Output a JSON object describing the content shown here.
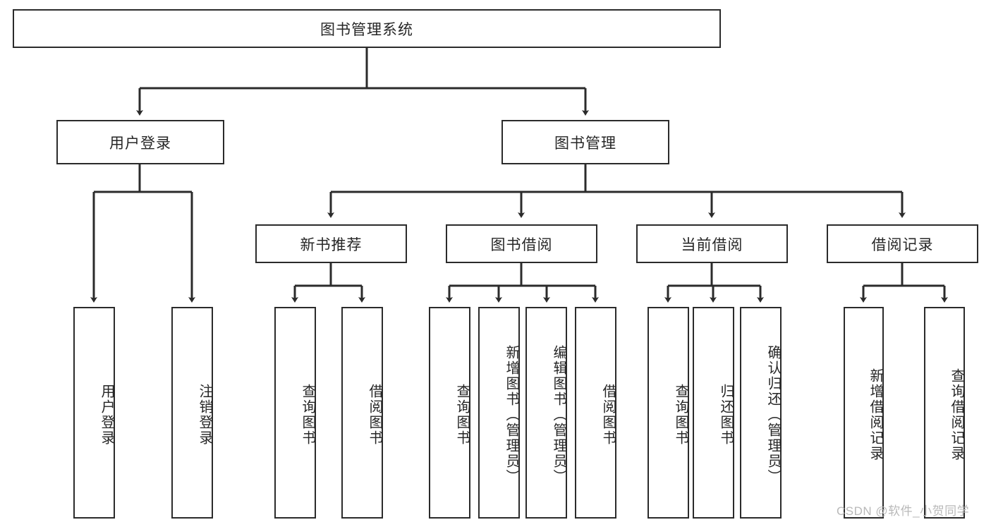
{
  "diagram": {
    "type": "tree",
    "title": "图书管理系统",
    "orientation": "top-down",
    "style": {
      "box_border_color": "#2b2b2b",
      "box_fill_color": "#ffffff",
      "edge_color": "#2b2b2b",
      "text_color": "#262626",
      "background": "#ffffff"
    },
    "root": {
      "label": "图书管理系统",
      "children": [
        {
          "label": "用户登录",
          "children": [
            {
              "label": "用户登录"
            },
            {
              "label": "注销登录"
            }
          ]
        },
        {
          "label": "图书管理",
          "children": [
            {
              "label": "新书推荐",
              "children": [
                {
                  "label": "查询图书"
                },
                {
                  "label": "借阅图书"
                }
              ]
            },
            {
              "label": "图书借阅",
              "children": [
                {
                  "label": "查询图书"
                },
                {
                  "label": "新增图书（管理员）"
                },
                {
                  "label": "编辑图书（管理员）"
                },
                {
                  "label": "借阅图书"
                }
              ]
            },
            {
              "label": "当前借阅",
              "children": [
                {
                  "label": "查询图书"
                },
                {
                  "label": "归还图书"
                },
                {
                  "label": "确认归还（管理员）"
                }
              ]
            },
            {
              "label": "借阅记录",
              "children": [
                {
                  "label": "新增借阅记录"
                },
                {
                  "label": "查询借阅记录"
                }
              ]
            }
          ]
        }
      ]
    }
  },
  "nodes": {
    "root": "图书管理系统",
    "user_login": "用户登录",
    "book_mgmt": "图书管理",
    "new_book_rec": "新书推荐",
    "book_borrow": "图书借阅",
    "current_borrow": "当前借阅",
    "borrow_record": "借阅记录",
    "leaf_user_login": "用户登录",
    "leaf_logout": "注销登录",
    "leaf_query_book_1": "查询图书",
    "leaf_borrow_book_1": "借阅图书",
    "leaf_query_book_2": "查询图书",
    "leaf_add_book": "新增图书（管理员）",
    "leaf_edit_book": "编辑图书（管理员）",
    "leaf_borrow_book_2": "借阅图书",
    "leaf_query_book_3": "查询图书",
    "leaf_return_book": "归还图书",
    "leaf_confirm_return": "确认归还（管理员）",
    "leaf_add_record": "新增借阅记录",
    "leaf_query_record": "查询借阅记录"
  },
  "watermark": {
    "text": "CSDN @软件_小贺同学"
  }
}
